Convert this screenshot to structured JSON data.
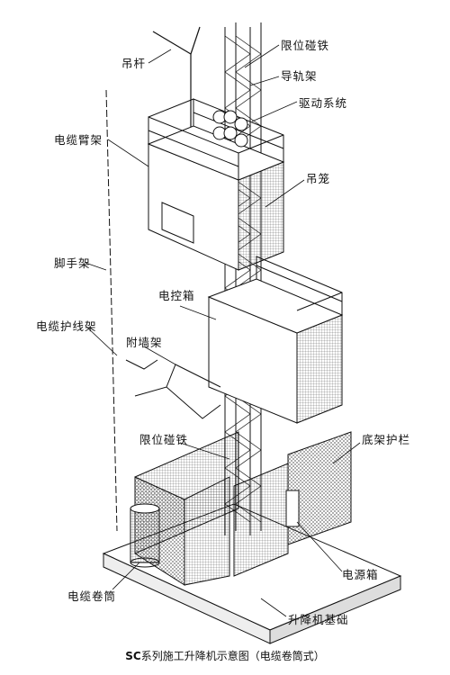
{
  "labels": {
    "diaogan": "吊杆",
    "xianwei_top": "限位碰铁",
    "daoguijia": "导轨架",
    "qudong": "驱动系统",
    "dianlan_bijia": "电缆臂架",
    "diaolong": "吊笼",
    "jiaoshoujia": "脚手架",
    "diankongxiang": "电控箱",
    "dianlan_huxianjia": "电缆护线架",
    "fuqiangjia": "附墙架",
    "xianwei_bottom": "限位碰铁",
    "dijia_hulan": "底架护栏",
    "dianyuanxiang": "电源箱",
    "dianlan_juantong": "电缆卷筒",
    "jichu": "升降机基础"
  },
  "caption": {
    "prefix": "SC",
    "text": "系列施工升降机示意图（电缆卷筒式）"
  }
}
